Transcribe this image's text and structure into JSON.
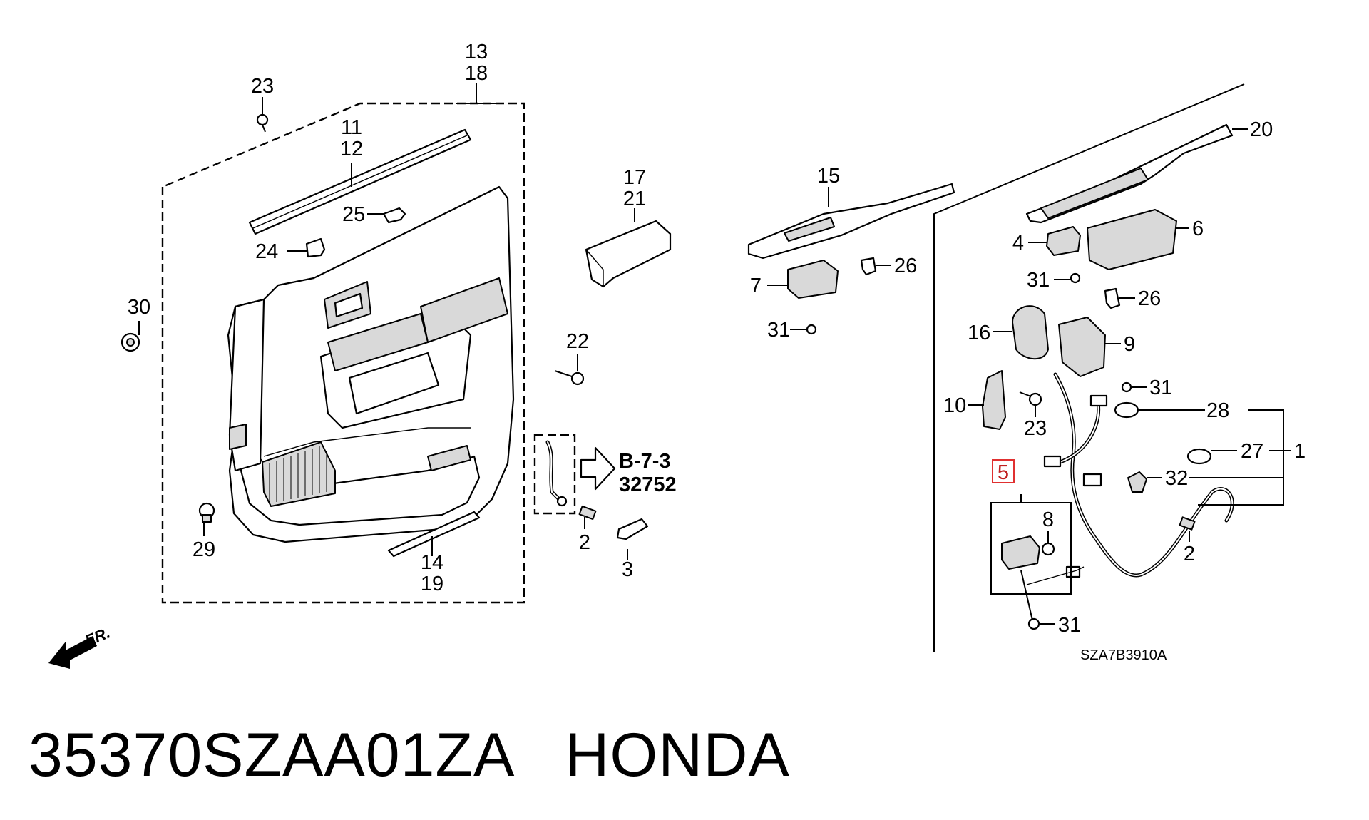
{
  "caption": {
    "part_number": "35370SZAA01ZA",
    "brand": "HONDA"
  },
  "diagram": {
    "labels": {
      "l1": "1",
      "l2a": "2",
      "l2b": "2",
      "l3": "3",
      "l4": "4",
      "l5": "5",
      "l6": "6",
      "l7": "7",
      "l8": "8",
      "l9": "9",
      "l10": "10",
      "l11": "11",
      "l12": "12",
      "l13": "13",
      "l14": "14",
      "l15": "15",
      "l16": "16",
      "l17": "17",
      "l18": "18",
      "l19": "19",
      "l20": "20",
      "l21": "21",
      "l22": "22",
      "l23a": "23",
      "l23b": "23",
      "l24": "24",
      "l25": "25",
      "l26a": "26",
      "l26b": "26",
      "l27": "27",
      "l28": "28",
      "l29": "29",
      "l30": "30",
      "l31a": "31",
      "l31b": "31",
      "l31c": "31",
      "l31d": "31",
      "l32": "32"
    },
    "ref_section": "B-7-3",
    "ref_number": "32752",
    "front_marker": "FR.",
    "drawing_code": "SZA7B3910A",
    "highlight_color": "#e03030"
  }
}
